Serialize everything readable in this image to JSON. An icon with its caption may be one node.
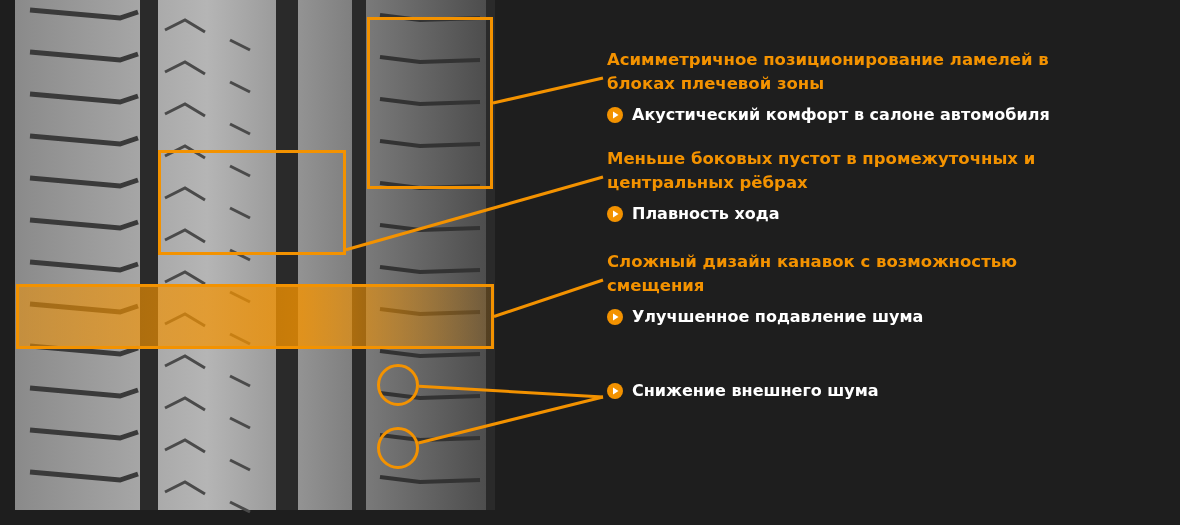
{
  "diagram": {
    "nodes": [
      {
        "text": [
          "Асимметричное позиционирование ламелей в блоках плечевой зоны",
          "Акустический комфорт в салоне автомобиля"
        ]
      },
      {
        "text": [],
        "shape": "box"
      },
      {
        "text": [
          "Меньше боковых пустот в промежуточных и центральных рёбрах",
          "Плавность хода"
        ]
      },
      {
        "text": [],
        "shape": "box"
      },
      {
        "text": [
          "Сложный дизайн канавок с возможностью смещения",
          "Улучшенное подавление шума"
        ]
      },
      {
        "text": [],
        "shape": "box"
      },
      {
        "text": [
          "Снижение внешнего шума"
        ]
      },
      {
        "text": [],
        "shape": "circle"
      },
      {
        "text": [],
        "shape": "circle"
      }
    ],
    "edges": [
      {
        "from": 0,
        "to": 1,
        "arrow": "none"
      },
      {
        "from": 2,
        "to": 3,
        "arrow": "none"
      },
      {
        "from": 4,
        "to": 5,
        "arrow": "none"
      },
      {
        "from": 6,
        "to": 7,
        "arrow": "none"
      },
      {
        "from": 6,
        "to": 8,
        "arrow": "none"
      }
    ]
  }
}
